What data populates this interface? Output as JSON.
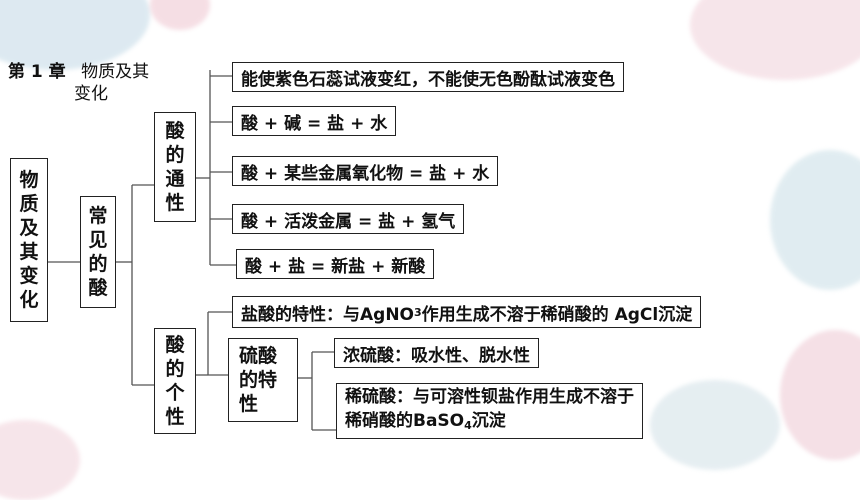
{
  "header": {
    "chapter": "第 1 章",
    "title_line1": "物质及其",
    "title_line2": "变化"
  },
  "nodes": {
    "root": "物质及其变化",
    "common_acids": "常见的酸",
    "acid_commonality": "酸的通性",
    "acid_individuality": "酸的个性",
    "sulfuric_acid": "硫酸的特性"
  },
  "commonality_items": [
    "能使紫色石蕊试液变红，不能使无色酚酞试液变色",
    "酸 + 碱 = 盐 + 水",
    "酸 + 某些金属氧化物 = 盐 + 水",
    "酸 + 活泼金属 = 盐 + 氢气",
    "酸 + 盐 = 新盐 + 新酸"
  ],
  "hydrochloric": {
    "prefix": "盐酸的特性：与AgNO",
    "sub": "3",
    "suffix": "作用生成不溶于稀硝酸的 AgCl沉淀"
  },
  "concentrated_sulfuric": "浓硫酸：吸水性、脱水性",
  "dilute_sulfuric": {
    "line1": "稀硫酸：与可溶性钡盐作用生成不溶于",
    "line2_prefix": "稀硝酸的BaSO",
    "line2_sub": "4",
    "line2_suffix": "沉淀"
  },
  "colors": {
    "line": "#555555",
    "border": "#222222"
  }
}
